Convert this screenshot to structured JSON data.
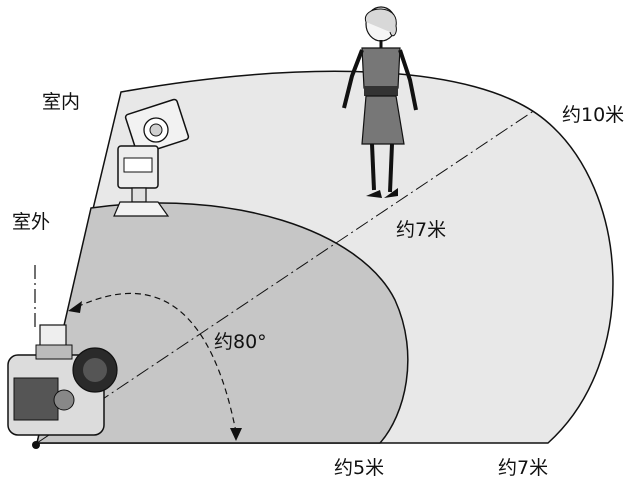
{
  "labels": {
    "indoor": "室内",
    "outdoor": "室外",
    "range_indoor_far": "约10米",
    "range_indoor_mid": "约7米",
    "range_outdoor_bottom": "约5米",
    "range_indoor_bottom": "约7米",
    "angle": "约80°"
  },
  "colors": {
    "indoor_zone": "#e8e8e8",
    "outdoor_zone": "#c6c6c6",
    "outline": "#111111"
  },
  "icons": {
    "speedlite": "wireless-flash-unit-icon",
    "camera": "dslr-camera-icon",
    "subject": "standing-woman-figure"
  }
}
